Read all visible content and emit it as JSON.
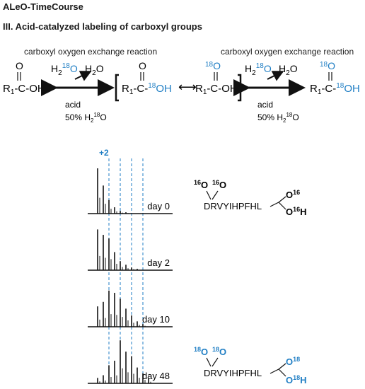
{
  "header": {
    "title": "ALeO-TimeCourse",
    "section": "III. Acid-catalyzed labeling of carboxyl groups"
  },
  "reaction": {
    "caption_left": "carboxyl oxygen exchange reaction",
    "caption_right": "carboxyl oxygen exchange reaction",
    "reagent_h2": "H",
    "reagent_sub2": "2",
    "reagent_18": "18",
    "reagent_o": "O",
    "product_h2o": "H",
    "product_o": "O",
    "r_sub": "1",
    "chain_left": "R",
    "chain_mid": "-C-",
    "oh": "OH",
    "carbonyl_o": "O",
    "condition_acid": "acid",
    "condition_pct": "50% H",
    "arrow_double": "⟷"
  },
  "spectra": {
    "peak_label": "+2",
    "panels": [
      {
        "label": "day 0",
        "intensities": [
          1.0,
          0.62,
          0.3,
          0.14,
          0.06,
          0.03
        ]
      },
      {
        "label": "day 2",
        "intensities": [
          0.9,
          0.78,
          0.7,
          0.4,
          0.2,
          0.12,
          0.06,
          0.03
        ]
      },
      {
        "label": "day 10",
        "intensities": [
          0.45,
          0.55,
          0.8,
          0.75,
          0.62,
          0.4,
          0.25,
          0.12,
          0.06
        ]
      },
      {
        "label": "day 48",
        "intensities": [
          0.12,
          0.18,
          0.4,
          0.5,
          0.95,
          0.7,
          0.6,
          0.35,
          0.22,
          0.1
        ]
      }
    ]
  },
  "structures": {
    "peptide": "DRVYIHPFHL",
    "iso16": "16",
    "iso18": "18",
    "o": "O",
    "h": "H"
  },
  "colors": {
    "accent_blue": "#1f7ec4",
    "text": "#1a1a1a"
  }
}
